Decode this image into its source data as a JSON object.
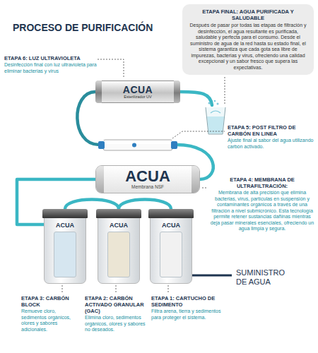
{
  "diagram": {
    "title": "PROCESO DE PURIFICACIÓN",
    "nodes": [
      {
        "text": [
          "ETAPA FINAL: AGUA PURIFICADA Y SALUDABLE",
          "Después de pasar por todas las etapas de filtración y desinfección, el agua resultante es purificada, saludable y perfecta para el consumo. Desde el suministro de agua de la red hasta su estado final, el sistema garantiza que cada gota sea libre de impurezas, bacterias y virus, ofreciendo una calidad excepcional y un sabor fresco que supera las expectativas."
        ]
      },
      {
        "text": [
          "ACUA",
          "Esterilizador UV"
        ]
      },
      {
        "text": [
          "ACUA",
          "Membrana NSF"
        ]
      },
      {
        "text": [
          "ACUA"
        ]
      },
      {
        "text": [
          "ACUA"
        ]
      },
      {
        "text": [
          "ACUA"
        ]
      }
    ],
    "edges": [
      {
        "from": 5,
        "to": 4,
        "arrow": "none"
      },
      {
        "from": 4,
        "to": 3,
        "arrow": "none"
      },
      {
        "from": 3,
        "to": 2,
        "arrow": "none"
      }
    ],
    "labels": [
      "ETAPA 6: LUZ ULTRAVIOLETA",
      "Desinfección final con luz ultravioleta para eliminar bacterias y virus",
      "ETAPA 5: POST FILTRO DE CARBÓN EN LINEA",
      "Ajuste final al sabor del agua utilizando carbón activado.",
      "ETAPA 4: MEMBRANA DE ULTRAFILTRACIÓN:",
      "Membrana de alta precisión que elimina bacterias, virus, partículas en suspensión y contaminantes orgánicos a través de una filtración a nivel submicrónico. Esta tecnología permite retener sustancias dañinas mientras deja pasar minerales esenciales, ofreciendo un agua limpia y segura.",
      "SUMINISTRO DE AGUA",
      "ETAPA 3: CARBÓN BLOCK",
      "Remueve cloro, sedimentos orgánicos, olores y sabores adicionales.",
      "ETAPA 2: CARBÓN ACTIVADO GRANULAR (GAC)",
      "Elimina cloro, sedimentos orgánicos, olores y sabores no deseados.",
      "ETAPA 1: CARTUCHO DE SEDIMENTO",
      "Filtra arena, tierra y sedimentos para proteger el sistema."
    ]
  }
}
